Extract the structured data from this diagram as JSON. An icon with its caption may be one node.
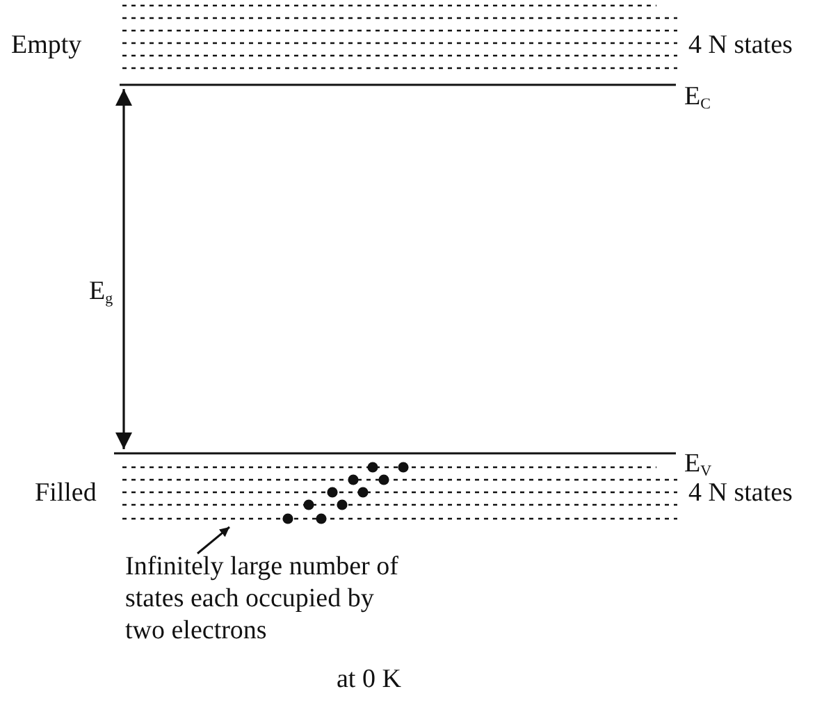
{
  "diagram": {
    "nodes": [
      {
        "text": [
          "Infinitely large number of states each occupied by two electrons"
        ]
      },
      {
        "text": [],
        "shape": "bar",
        "beside": [
          "4 N states"
        ]
      }
    ],
    "edges": [
      {
        "from": 0,
        "to": 1,
        "arrow": "to"
      }
    ],
    "labels": [
      "Empty",
      "4 N states",
      "E$_{C}$",
      "E$_{g}$",
      "E$_{V}$",
      "Filled",
      "at 0 K"
    ]
  }
}
